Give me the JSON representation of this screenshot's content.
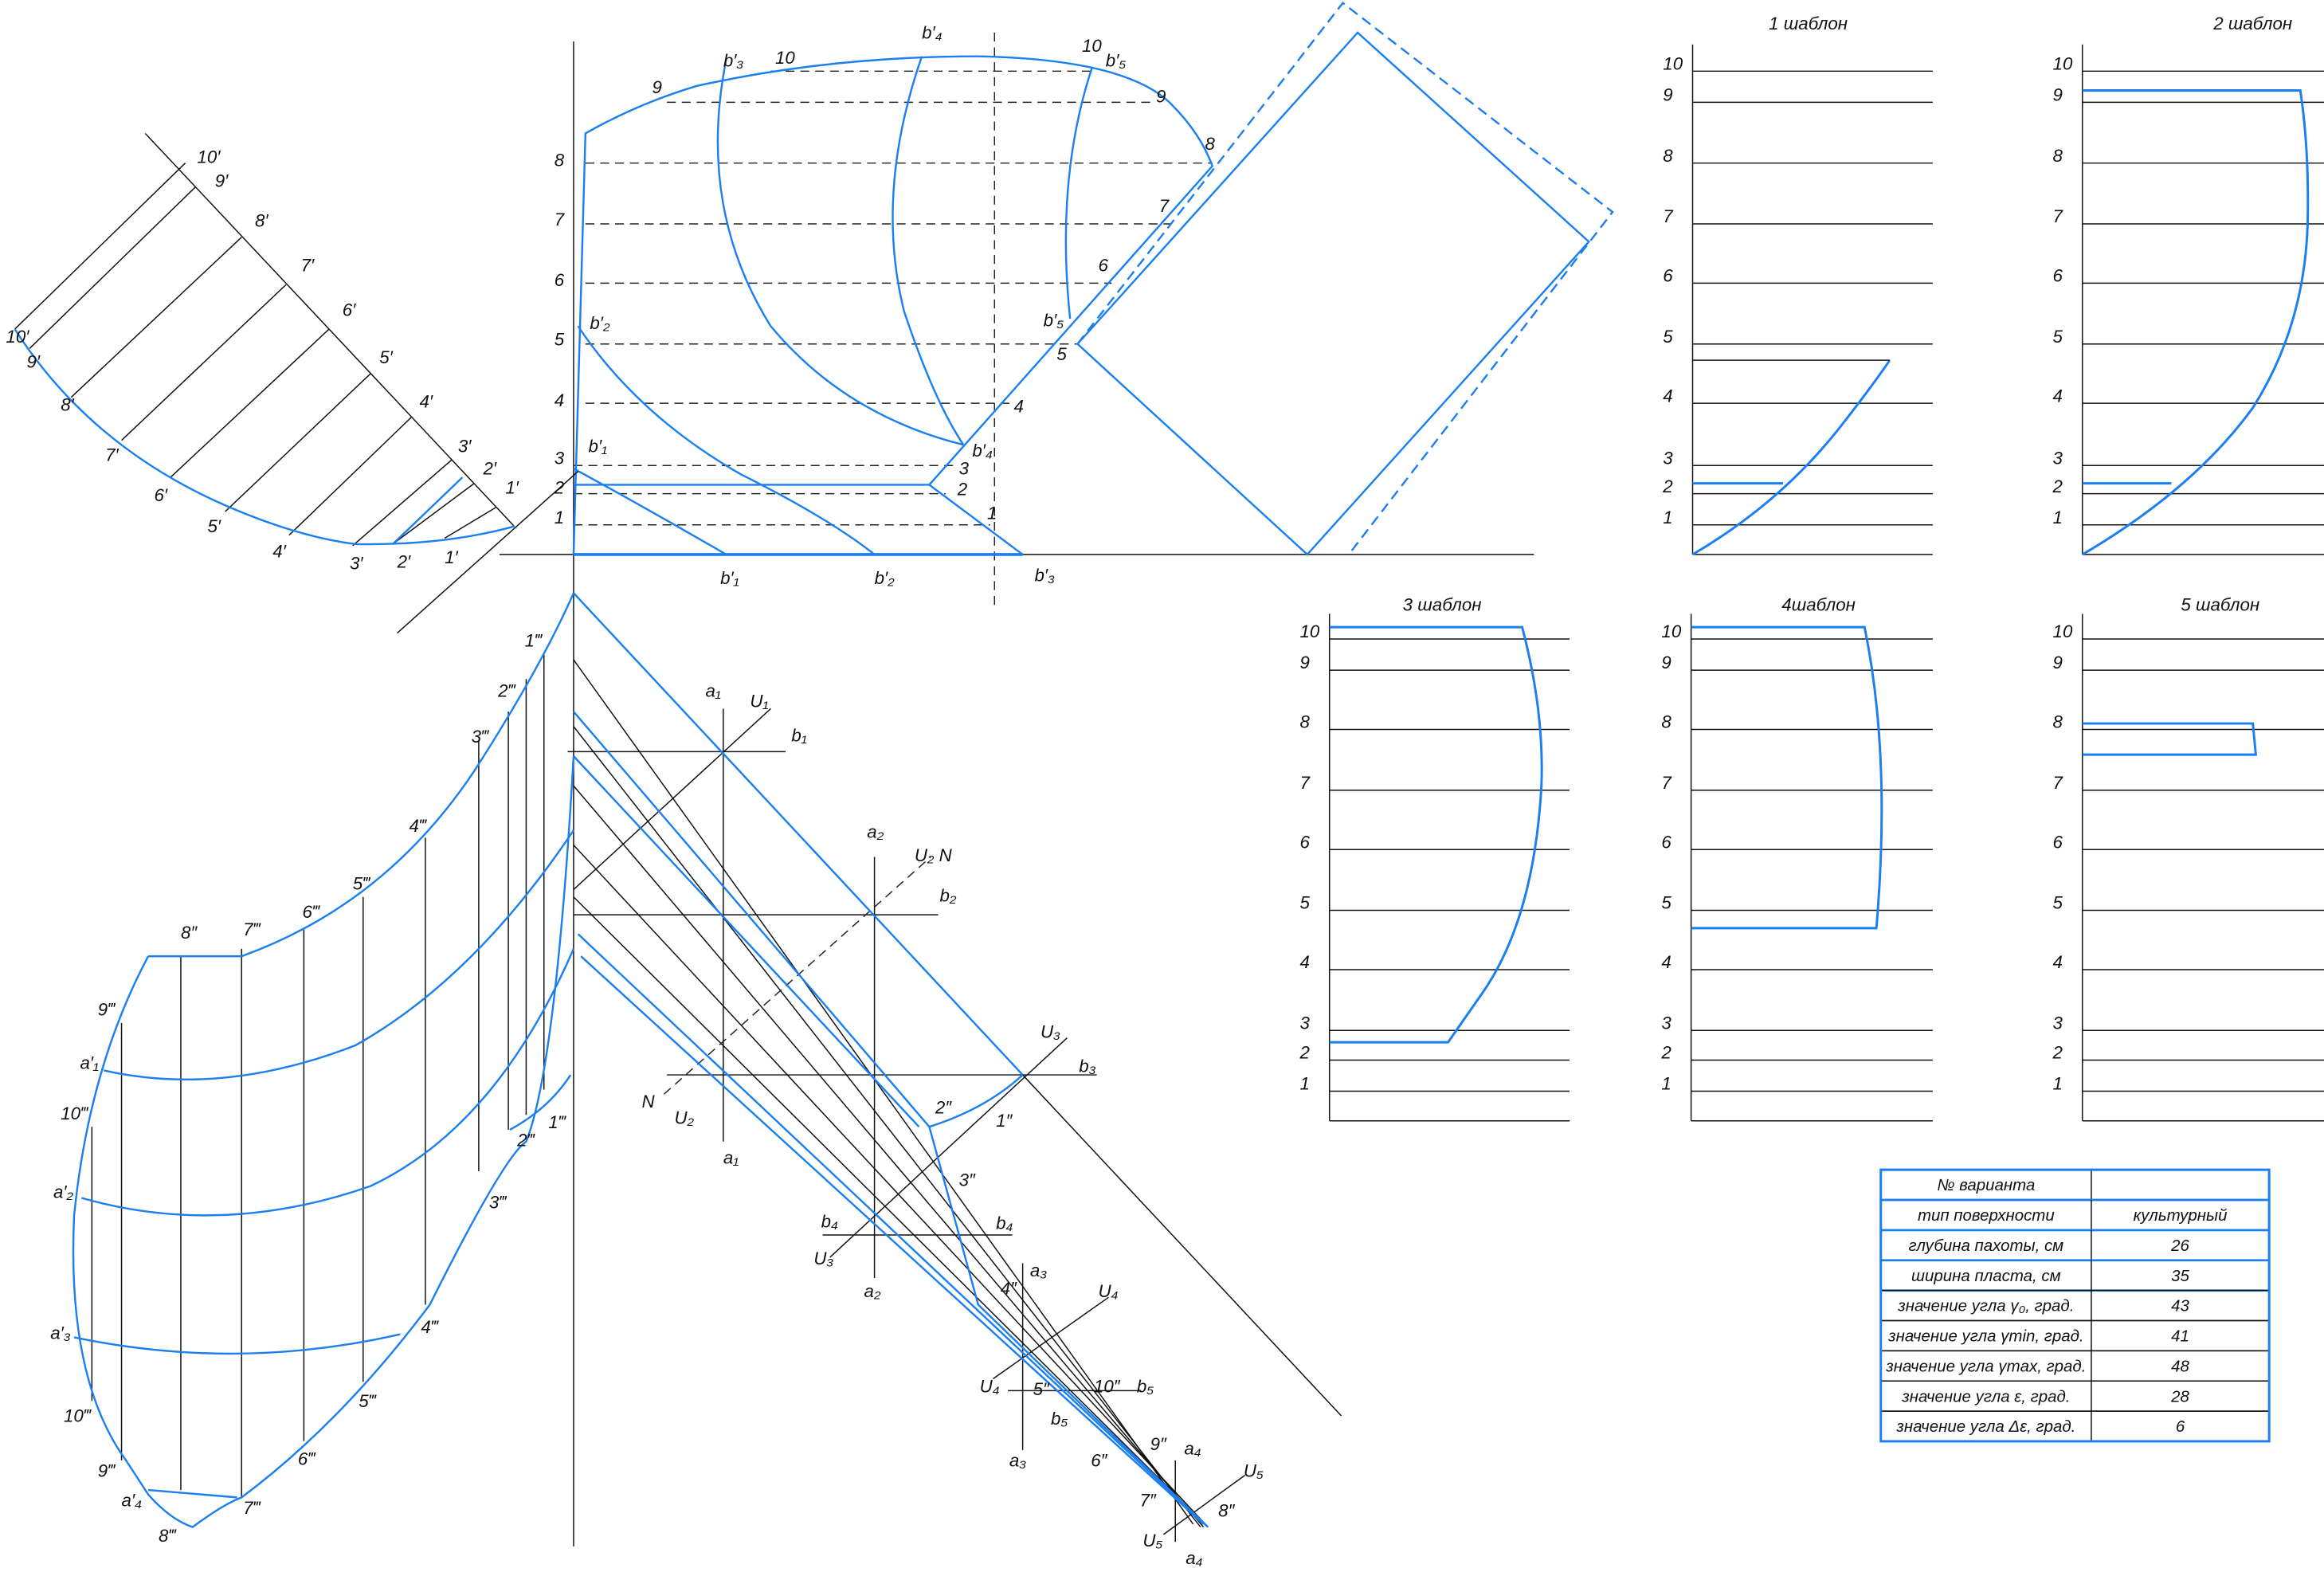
{
  "colors": {
    "accent": "#1b7ff0",
    "line": "#111111"
  },
  "labels": {
    "front_view": [
      "8",
      "7",
      "6",
      "5",
      "4",
      "3",
      "2",
      "1",
      "9",
      "10",
      "b′₃",
      "b′₄",
      "10",
      "b′₅",
      "9",
      "8",
      "7",
      "6",
      "b′₅",
      "5",
      "4",
      "b′₄",
      "3",
      "2",
      "1",
      "b′₂",
      "b′₁",
      "b′₁",
      "b′₂",
      "b′₃"
    ],
    "side_view": [
      "10′",
      "9′",
      "8′",
      "7′",
      "6′",
      "5′",
      "4′",
      "3′",
      "2′",
      "1′",
      "10′",
      "9′",
      "8′",
      "7′",
      "6′",
      "5′",
      "4′",
      "3′",
      "2′",
      "1′"
    ],
    "development": [
      "1‴",
      "2‴",
      "3‴",
      "4‴",
      "5‴",
      "6‴",
      "7‴",
      "8″",
      "9‴",
      "a′₁",
      "10‴",
      "a′₂",
      "a′₃",
      "10‴",
      "9‴",
      "a′₄",
      "8‴",
      "7‴",
      "6‴",
      "5‴",
      "4‴",
      "3‴",
      "2‴",
      "1‴"
    ],
    "plan_view": [
      "a₁",
      "U₁",
      "b₁",
      "a₂",
      "U₂ N",
      "b₂",
      "U₃",
      "b₃",
      "N",
      "U₂",
      "a₁",
      "2″",
      "1″",
      "3″",
      "b₄",
      "b₄",
      "U₃",
      "a₂",
      "a₃",
      "4″",
      "U₄",
      "U₄",
      "5″",
      "10″",
      "b₅",
      "b₅",
      "9″",
      "a₃",
      "a₄",
      "6″",
      "U₅",
      "7″",
      "8″",
      "U₅",
      "a₄"
    ]
  },
  "templates": [
    {
      "title": "1 шаблон",
      "levels": [
        "10",
        "9",
        "8",
        "7",
        "6",
        "5",
        "4",
        "3",
        "2",
        "1"
      ]
    },
    {
      "title": "2 шаблон",
      "levels": [
        "10",
        "9",
        "8",
        "7",
        "6",
        "5",
        "4",
        "3",
        "2",
        "1"
      ]
    },
    {
      "title": "3 шаблон",
      "levels": [
        "10",
        "9",
        "8",
        "7",
        "6",
        "5",
        "4",
        "3",
        "2",
        "1"
      ]
    },
    {
      "title": "4шаблон",
      "levels": [
        "10",
        "9",
        "8",
        "7",
        "6",
        "5",
        "4",
        "3",
        "2",
        "1"
      ]
    },
    {
      "title": "5 шаблон",
      "levels": [
        "10",
        "9",
        "8",
        "7",
        "6",
        "5",
        "4",
        "3",
        "2",
        "1"
      ]
    }
  ],
  "table": {
    "rows": [
      {
        "label": "№ варианта",
        "value": ""
      },
      {
        "label": "тип поверхности",
        "value": "культурный"
      },
      {
        "label": "глубина пахоты, см",
        "value": "26"
      },
      {
        "label": "ширина пласта, см",
        "value": "35"
      },
      {
        "label": "значение угла γ₀, град.",
        "value": "43"
      },
      {
        "label": "значение угла γmin, град.",
        "value": "41"
      },
      {
        "label": "значение угла γmax, град.",
        "value": "48"
      },
      {
        "label": "значение угла ε, град.",
        "value": "28"
      },
      {
        "label": "значение угла Δε, град.",
        "value": "6"
      }
    ]
  }
}
